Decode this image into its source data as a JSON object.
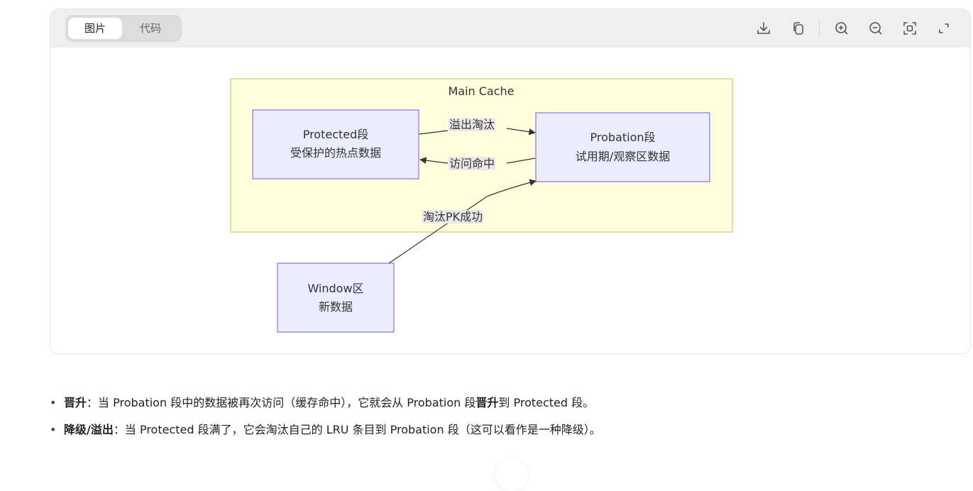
{
  "toolbar": {
    "tabs": [
      {
        "label": "图片",
        "active": true
      },
      {
        "label": "代码",
        "active": false
      }
    ],
    "actions": [
      "download-icon",
      "copy-icon",
      "zoom-in-icon",
      "zoom-out-icon",
      "fit-screen-icon",
      "fullscreen-icon"
    ]
  },
  "diagram": {
    "subgraph": {
      "title": "Main Cache",
      "fill": "#ffffde",
      "stroke": "#c9c96a"
    },
    "node_style": {
      "fill": "#ececff",
      "stroke": "#9370db"
    },
    "nodes": {
      "protected": {
        "line1": "Protected段",
        "line2": "受保护的热点数据"
      },
      "probation": {
        "line1": "Probation段",
        "line2": "试用期/观察区数据"
      },
      "window": {
        "line1": "Window区",
        "line2": "新数据"
      }
    },
    "edges": {
      "overflow": {
        "label": "溢出淘汰",
        "from": "protected",
        "to": "probation"
      },
      "hit": {
        "label": "访问命中",
        "from": "probation",
        "to": "protected"
      },
      "pk": {
        "label": "淘汰PK成功",
        "from": "window",
        "to": "probation"
      }
    }
  },
  "bullets": [
    {
      "term": "晋升",
      "sep": "：",
      "text1": "当 Probation 段中的数据被再次访问（缓存命中），它就会从 Probation 段",
      "bold2": "晋升",
      "text2": "到 Protected 段。"
    },
    {
      "term": "降级/溢出",
      "sep": "：",
      "text1": "当 Protected 段满了，它会淘汰自己的 LRU 条目到 Probation 段（这可以看作是一种降级）。"
    }
  ]
}
